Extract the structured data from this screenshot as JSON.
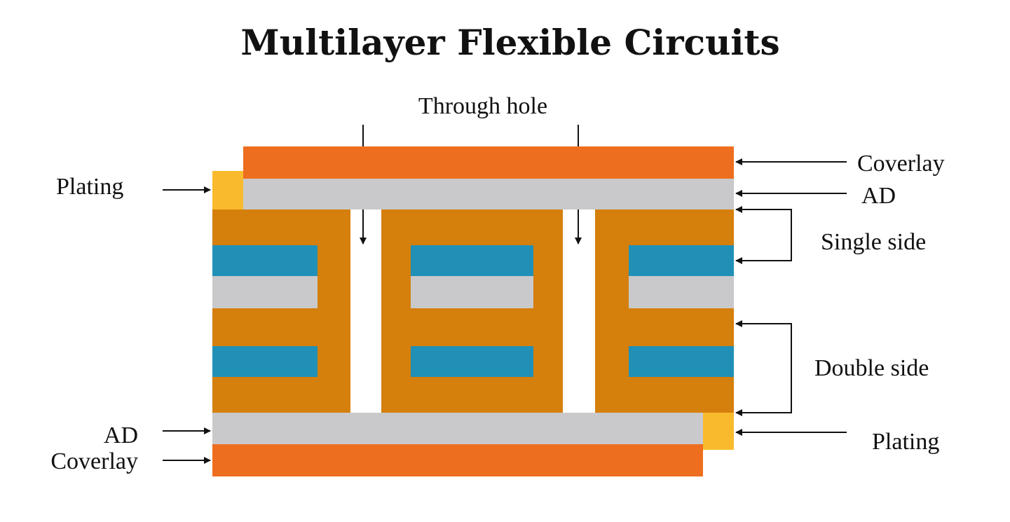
{
  "title": "Multilayer Flexible Circuits",
  "labels": {
    "through_hole": "Through hole",
    "coverlay_top": "Coverlay",
    "ad_top": "AD",
    "plating_left": "Plating",
    "single_side": "Single side",
    "double_side": "Double side",
    "ad_bottom": "AD",
    "coverlay_bottom": "Coverlay",
    "plating_right": "Plating"
  },
  "colors": {
    "coverlay": "#ee6e1f",
    "adhesive": "#c9c9cb",
    "plating": "#f9bb2d",
    "substrate": "#d57f0c",
    "copper": "#2190b7",
    "background": "#ffffff",
    "line": "#111111"
  }
}
